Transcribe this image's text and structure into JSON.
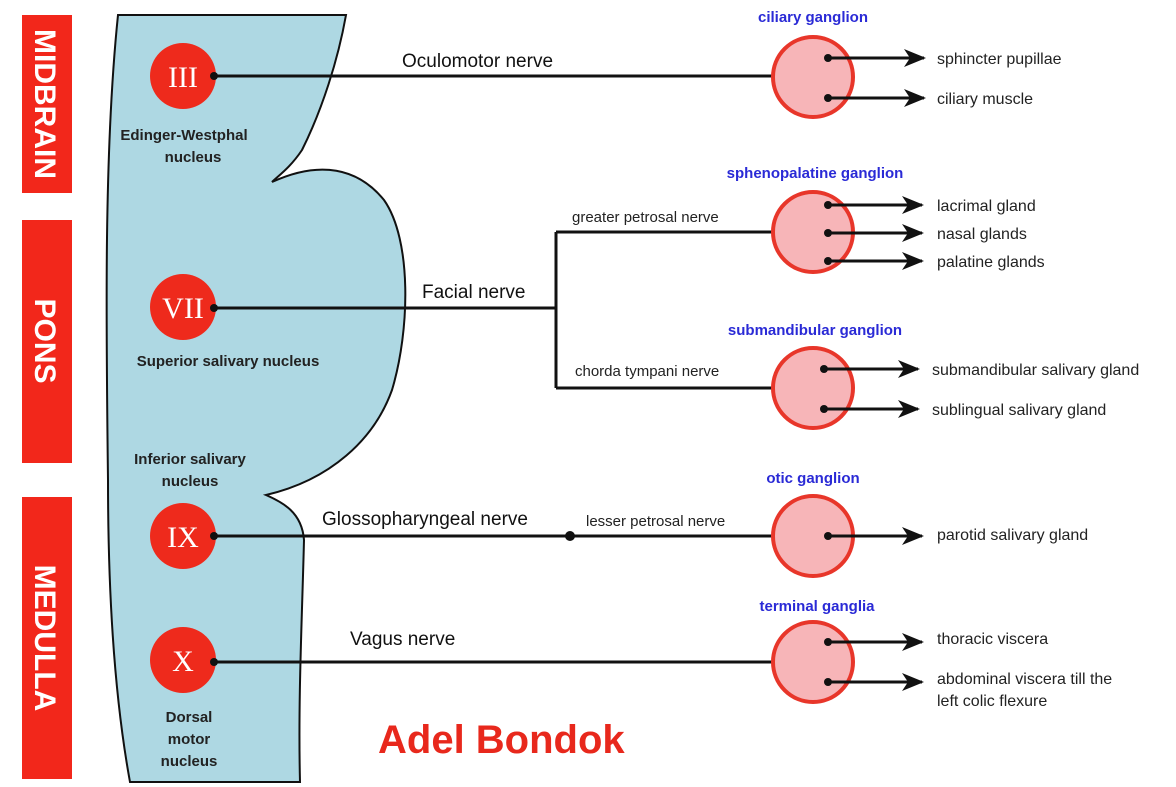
{
  "regions": {
    "midbrain": "MIDBRAIN",
    "pons": "PONS",
    "medulla": "MEDULLA"
  },
  "nuclei": {
    "III": {
      "numeral": "III",
      "name_lines": [
        "Edinger-Westphal",
        "nucleus"
      ]
    },
    "VII": {
      "numeral": "VII",
      "name_lines": [
        "Superior salivary nucleus"
      ]
    },
    "IX": {
      "numeral": "IX",
      "name_lines": [
        "Inferior salivary",
        "nucleus"
      ]
    },
    "X": {
      "numeral": "X",
      "name_lines": [
        "Dorsal",
        "motor",
        "nucleus"
      ]
    }
  },
  "nerves": {
    "oculomotor": "Oculomotor nerve",
    "facial": "Facial nerve",
    "greater_petrosal": "greater petrosal nerve",
    "chorda_tympani": "chorda tympani nerve",
    "glossopharyngeal": "Glossopharyngeal nerve",
    "lesser_petrosal": "lesser petrosal nerve",
    "vagus": "Vagus nerve"
  },
  "ganglia": {
    "ciliary": {
      "name": "ciliary ganglion",
      "targets": [
        "sphincter pupillae",
        "ciliary muscle"
      ]
    },
    "sphenopalatine": {
      "name": "sphenopalatine ganglion",
      "targets": [
        "lacrimal gland",
        "nasal glands",
        "palatine glands"
      ]
    },
    "submandibular": {
      "name": "submandibular ganglion",
      "targets": [
        "submandibular salivary gland",
        "sublingual salivary gland"
      ]
    },
    "otic": {
      "name": "otic ganglion",
      "targets": [
        "parotid salivary gland"
      ]
    },
    "terminal": {
      "name": "terminal ganglia",
      "targets": [
        "thoracic viscera"
      ],
      "target_multiline": [
        "abdominal viscera till the",
        "left colic flexure"
      ]
    }
  },
  "watermark": "Adel Bondok",
  "colors": {
    "region_red": "#f2271b",
    "nucleus_red": "#ee2a1c",
    "brainstem_blue": "#aed8e3",
    "ganglion_fill": "#f7b5b8",
    "ganglion_stroke": "#e8362a",
    "ganglion_text": "#2a2ad6"
  }
}
